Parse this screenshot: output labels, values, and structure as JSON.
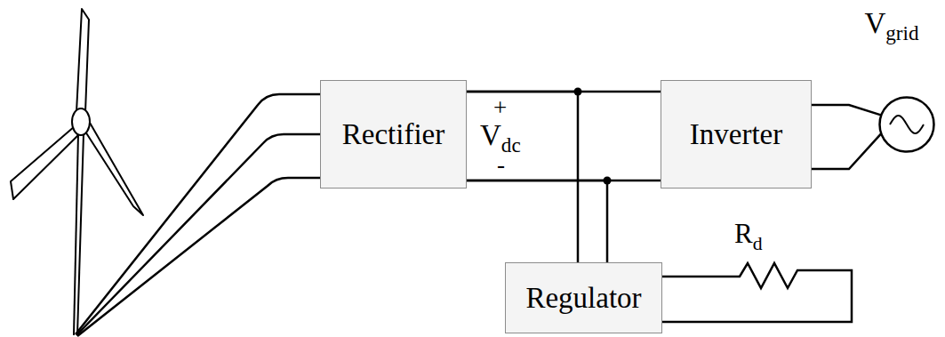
{
  "diagram": {
    "nodes": [
      {
        "text": [
          "Rectifier"
        ]
      },
      {
        "text": [
          "Inverter"
        ]
      },
      {
        "text": [
          "Vgrid"
        ]
      },
      {
        "text": [
          "Regulator"
        ]
      }
    ],
    "edges": [
      {
        "from": 0,
        "to": 1,
        "arrow": "none"
      },
      {
        "from": 0,
        "to": 3,
        "arrow": "none"
      },
      {
        "from": 1,
        "to": 2,
        "arrow": "none"
      }
    ],
    "labels": [
      "+",
      "Vdc",
      "-",
      "Rd"
    ]
  }
}
